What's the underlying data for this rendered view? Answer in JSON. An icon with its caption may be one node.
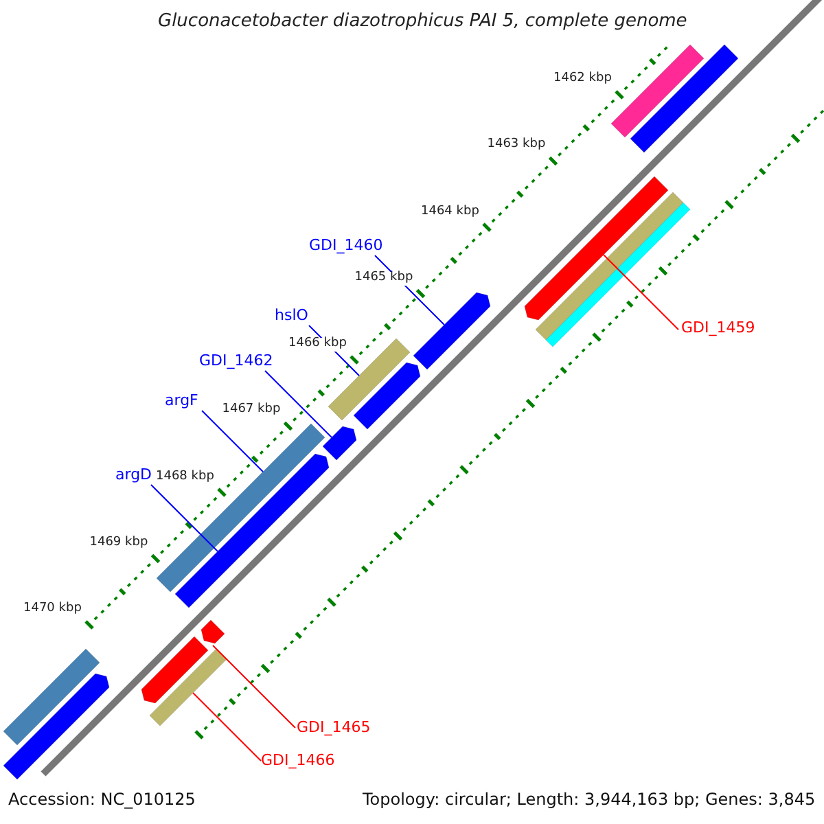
{
  "diagram": {
    "title": "Gluconacetobacter diazotrophicus PAI 5, complete genome",
    "nodes": [
      {
        "text": [
          "GDI_1460"
        ]
      },
      {
        "text": [
          "hslO"
        ]
      },
      {
        "text": [
          "GDI_1462"
        ]
      },
      {
        "text": [
          "argF"
        ]
      },
      {
        "text": [
          "argD"
        ]
      },
      {
        "text": [
          "GDI_1459"
        ]
      },
      {
        "text": [
          "GDI_1465"
        ]
      },
      {
        "text": [
          "GDI_1466"
        ]
      },
      {
        "text": [],
        "shape": "arrow"
      },
      {
        "text": [],
        "shape": "bar"
      },
      {
        "text": [],
        "shape": "arrow"
      },
      {
        "text": [],
        "shape": "bar"
      },
      {
        "text": [],
        "shape": "arrow"
      },
      {
        "text": [],
        "shape": "arrow"
      },
      {
        "text": [],
        "shape": "arrow"
      },
      {
        "text": [],
        "shape": "bar"
      },
      {
        "text": [],
        "shape": "bar"
      },
      {
        "text": [],
        "shape": "bar"
      },
      {
        "text": [],
        "shape": "arrow"
      },
      {
        "text": [],
        "shape": "bar"
      },
      {
        "text": [],
        "shape": "bar"
      },
      {
        "text": [],
        "shape": "arrow"
      },
      {
        "text": [],
        "shape": "bar"
      },
      {
        "text": [],
        "shape": "arrow"
      }
    ],
    "edges": [
      {
        "from": 0,
        "to": 8,
        "arrow": "none",
        "color": "#0000ff"
      },
      {
        "from": 1,
        "to": 9,
        "arrow": "none",
        "color": "#0000ff"
      },
      {
        "from": 2,
        "to": 10,
        "arrow": "none",
        "color": "#0000ff"
      },
      {
        "from": 3,
        "to": 11,
        "arrow": "none",
        "color": "#0000ff"
      },
      {
        "from": 4,
        "to": 12,
        "arrow": "none",
        "color": "#0000ff"
      },
      {
        "from": 5,
        "to": 13,
        "arrow": "none",
        "color": "#ff0000"
      },
      {
        "from": 6,
        "to": 14,
        "arrow": "none",
        "color": "#ff0000"
      },
      {
        "from": 7,
        "to": 15,
        "arrow": "none",
        "color": "#ff0000"
      }
    ],
    "labels": [
      "1462 kbp",
      "1463 kbp",
      "1464 kbp",
      "1465 kbp",
      "1466 kbp",
      "1467 kbp",
      "1468 kbp",
      "1469 kbp",
      "1470 kbp",
      "Accession: NC_010125",
      "Topology: circular; Length: 3,944,163 bp; Genes: 3,845"
    ]
  }
}
